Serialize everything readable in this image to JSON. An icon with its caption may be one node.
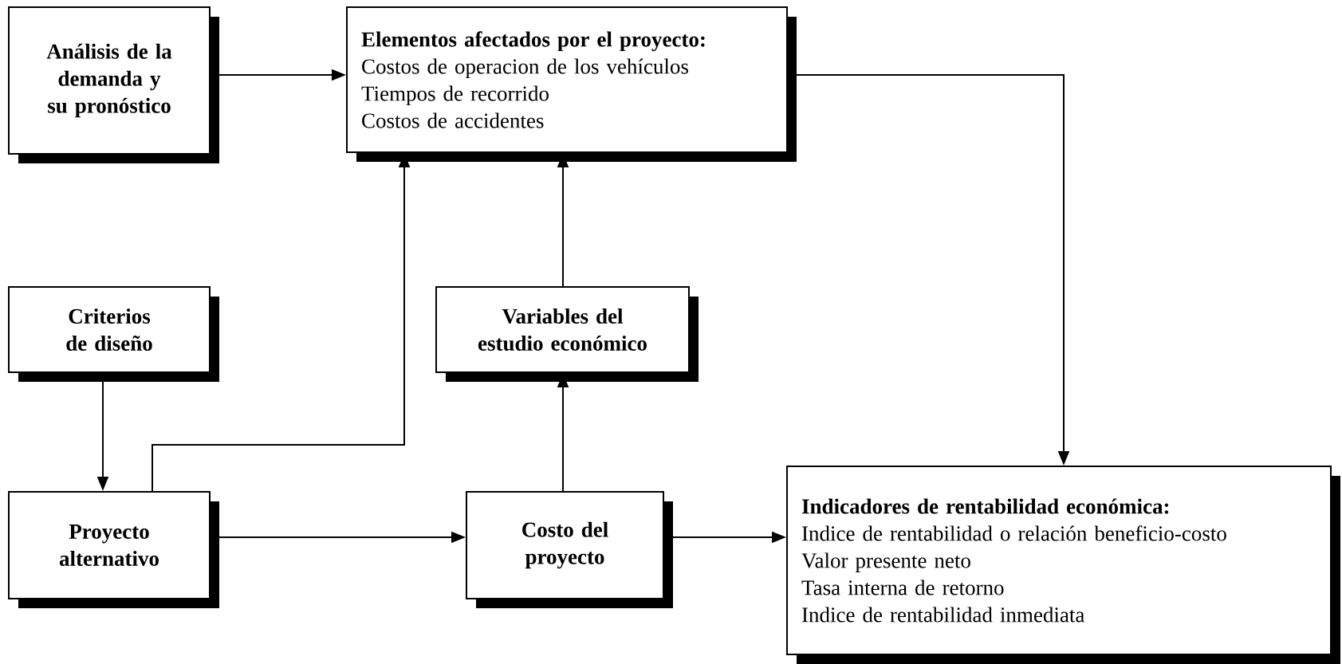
{
  "diagram": {
    "nodes": [
      {
        "text": [
          "Análisis de la demanda y su pronóstico"
        ]
      },
      {
        "text": [
          "Elementos afectados por el proyecto:",
          "Costos de operacion de los vehículos",
          "Tiempos de recorrido",
          "Costos de accidentes"
        ]
      },
      {
        "text": [
          "Criterios de diseño"
        ]
      },
      {
        "text": [
          "Variables del estudio económico"
        ]
      },
      {
        "text": [
          "Proyecto alternativo"
        ]
      },
      {
        "text": [
          "Costo del proyecto"
        ]
      },
      {
        "text": [
          "Indicadores de rentabilidad económica:",
          "Indice de rentabilidad o relación beneficio-costo",
          "Valor presente neto",
          "Tasa interna de retorno",
          "Indice de rentabilidad inmediata"
        ]
      }
    ],
    "edges": [
      {
        "from": 0,
        "to": 1,
        "arrow": "to"
      },
      {
        "from": 1,
        "to": 6,
        "arrow": "to"
      },
      {
        "from": 2,
        "to": 4,
        "arrow": "to"
      },
      {
        "from": 4,
        "to": 1,
        "arrow": "to"
      },
      {
        "from": 4,
        "to": 5,
        "arrow": "to"
      },
      {
        "from": 5,
        "to": 3,
        "arrow": "to"
      },
      {
        "from": 3,
        "to": 1,
        "arrow": "to"
      },
      {
        "from": 5,
        "to": 6,
        "arrow": "to"
      }
    ]
  }
}
